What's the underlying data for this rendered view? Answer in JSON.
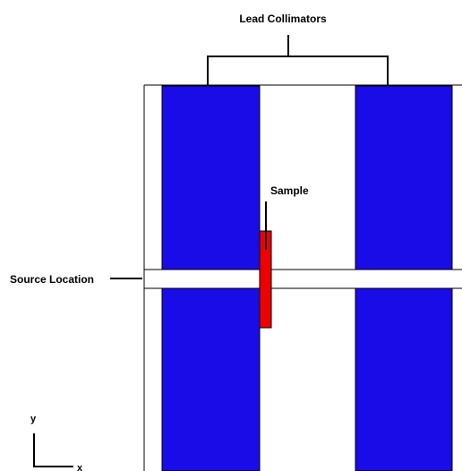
{
  "labels": {
    "lead_collimators": "Lead Collimators",
    "sample": "Sample",
    "source_location": "Source Location",
    "axis_y": "y",
    "axis_x": "x"
  },
  "colors": {
    "collimator": "#1a0ce6",
    "sample": "#ee0000",
    "frame": "#000000",
    "background": "#ffffff"
  }
}
